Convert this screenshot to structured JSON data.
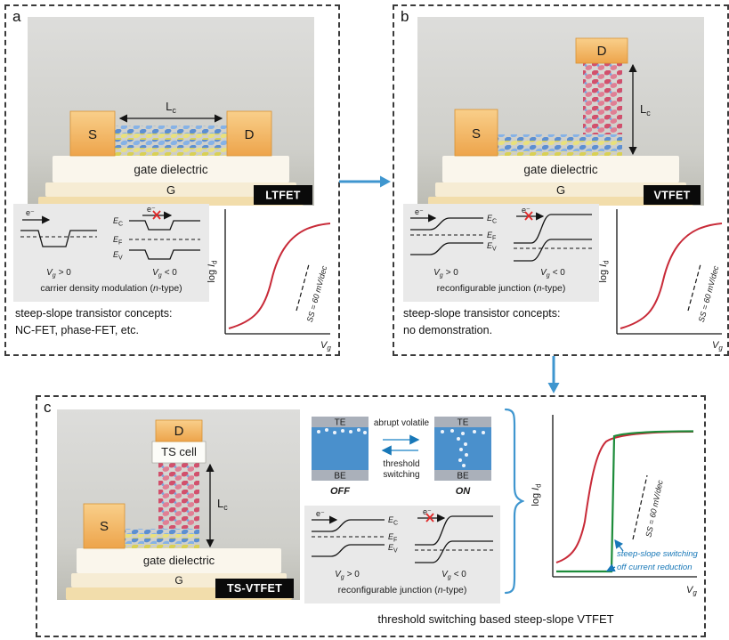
{
  "colors": {
    "accent_blue": "#3f96cf",
    "curve_red": "#c82a38",
    "curve_green": "#1d8c3a",
    "annotation_blue": "#1878b8",
    "badge_bg": "#0a0a0a"
  },
  "panel_a": {
    "label": "a",
    "device": {
      "lc": {
        "base": "L",
        "sub": "c"
      },
      "s": "S",
      "d": "D",
      "dielectric": "gate dielectric",
      "g": "G",
      "badge": "LTFET"
    },
    "band": {
      "e_left": "e⁻",
      "e_right": "e⁻",
      "ec": {
        "base": "E",
        "sub": "C"
      },
      "ef": {
        "base": "E",
        "sub": "F"
      },
      "ev": {
        "base": "E",
        "sub": "V"
      },
      "vg_pos": {
        "base": "V",
        "sub": "g",
        "rest": "> 0"
      },
      "vg_neg": {
        "base": "V",
        "sub": "g",
        "rest": "< 0"
      },
      "caption": {
        "pre": "carrier density modulation (",
        "em": "n",
        "post": "-type)"
      }
    },
    "plot": {
      "ylabel": {
        "log": "log",
        "i": "I",
        "sub": "d"
      },
      "xlabel": {
        "base": "V",
        "sub": "g"
      },
      "ss": "SS = 60 mV/dec"
    },
    "note1": "steep-slope transistor concepts:",
    "note2": "NC-FET, phase-FET, etc."
  },
  "panel_b": {
    "label": "b",
    "device": {
      "lc": {
        "base": "L",
        "sub": "c"
      },
      "s": "S",
      "d": "D",
      "dielectric": "gate dielectric",
      "g": "G",
      "badge": "VTFET"
    },
    "band": {
      "e_left": "e⁻",
      "e_right": "e⁻",
      "ec": {
        "base": "E",
        "sub": "C"
      },
      "ef": {
        "base": "E",
        "sub": "F"
      },
      "ev": {
        "base": "E",
        "sub": "V"
      },
      "vg_pos": {
        "base": "V",
        "sub": "g",
        "rest": "> 0"
      },
      "vg_neg": {
        "base": "V",
        "sub": "g",
        "rest": "< 0"
      },
      "caption": {
        "pre": "reconfigurable junction (",
        "em": "n",
        "post": "-type)"
      }
    },
    "plot": {
      "ylabel": {
        "log": "log",
        "i": "I",
        "sub": "d"
      },
      "xlabel": {
        "base": "V",
        "sub": "g"
      },
      "ss": "SS = 60 mV/dec"
    },
    "note1": "steep-slope transistor concepts:",
    "note2": "no demonstration."
  },
  "panel_c": {
    "label": "c",
    "device": {
      "lc": {
        "base": "L",
        "sub": "c"
      },
      "s": "S",
      "d": "D",
      "ts_cell": "TS cell",
      "dielectric": "gate dielectric",
      "g": "G",
      "badge": "TS-VTFET"
    },
    "ts": {
      "te_off": "TE",
      "be_off": "BE",
      "te_on": "TE",
      "be_on": "BE",
      "abrupt": "abrupt volatile",
      "threshold1": "threshold",
      "threshold2": "switching",
      "off": "OFF",
      "on": "ON"
    },
    "band": {
      "e_left": "e⁻",
      "e_right": "e⁻",
      "ec": {
        "base": "E",
        "sub": "C"
      },
      "ef": {
        "base": "E",
        "sub": "F"
      },
      "ev": {
        "base": "E",
        "sub": "V"
      },
      "vg_pos": {
        "base": "V",
        "sub": "g",
        "rest": "> 0"
      },
      "vg_neg": {
        "base": "V",
        "sub": "g",
        "rest": "< 0"
      },
      "caption": {
        "pre": "reconfigurable junction (",
        "em": "n",
        "post": "-type)"
      }
    },
    "plot": {
      "ylabel": {
        "log": "log",
        "i": "I",
        "sub": "d"
      },
      "xlabel": {
        "base": "V",
        "sub": "g"
      },
      "ss": "SS = 60 mV/dec",
      "ann1": "steep-slope switching",
      "ann2": "off current reduction"
    },
    "caption": "threshold switching based steep-slope VTFET"
  }
}
